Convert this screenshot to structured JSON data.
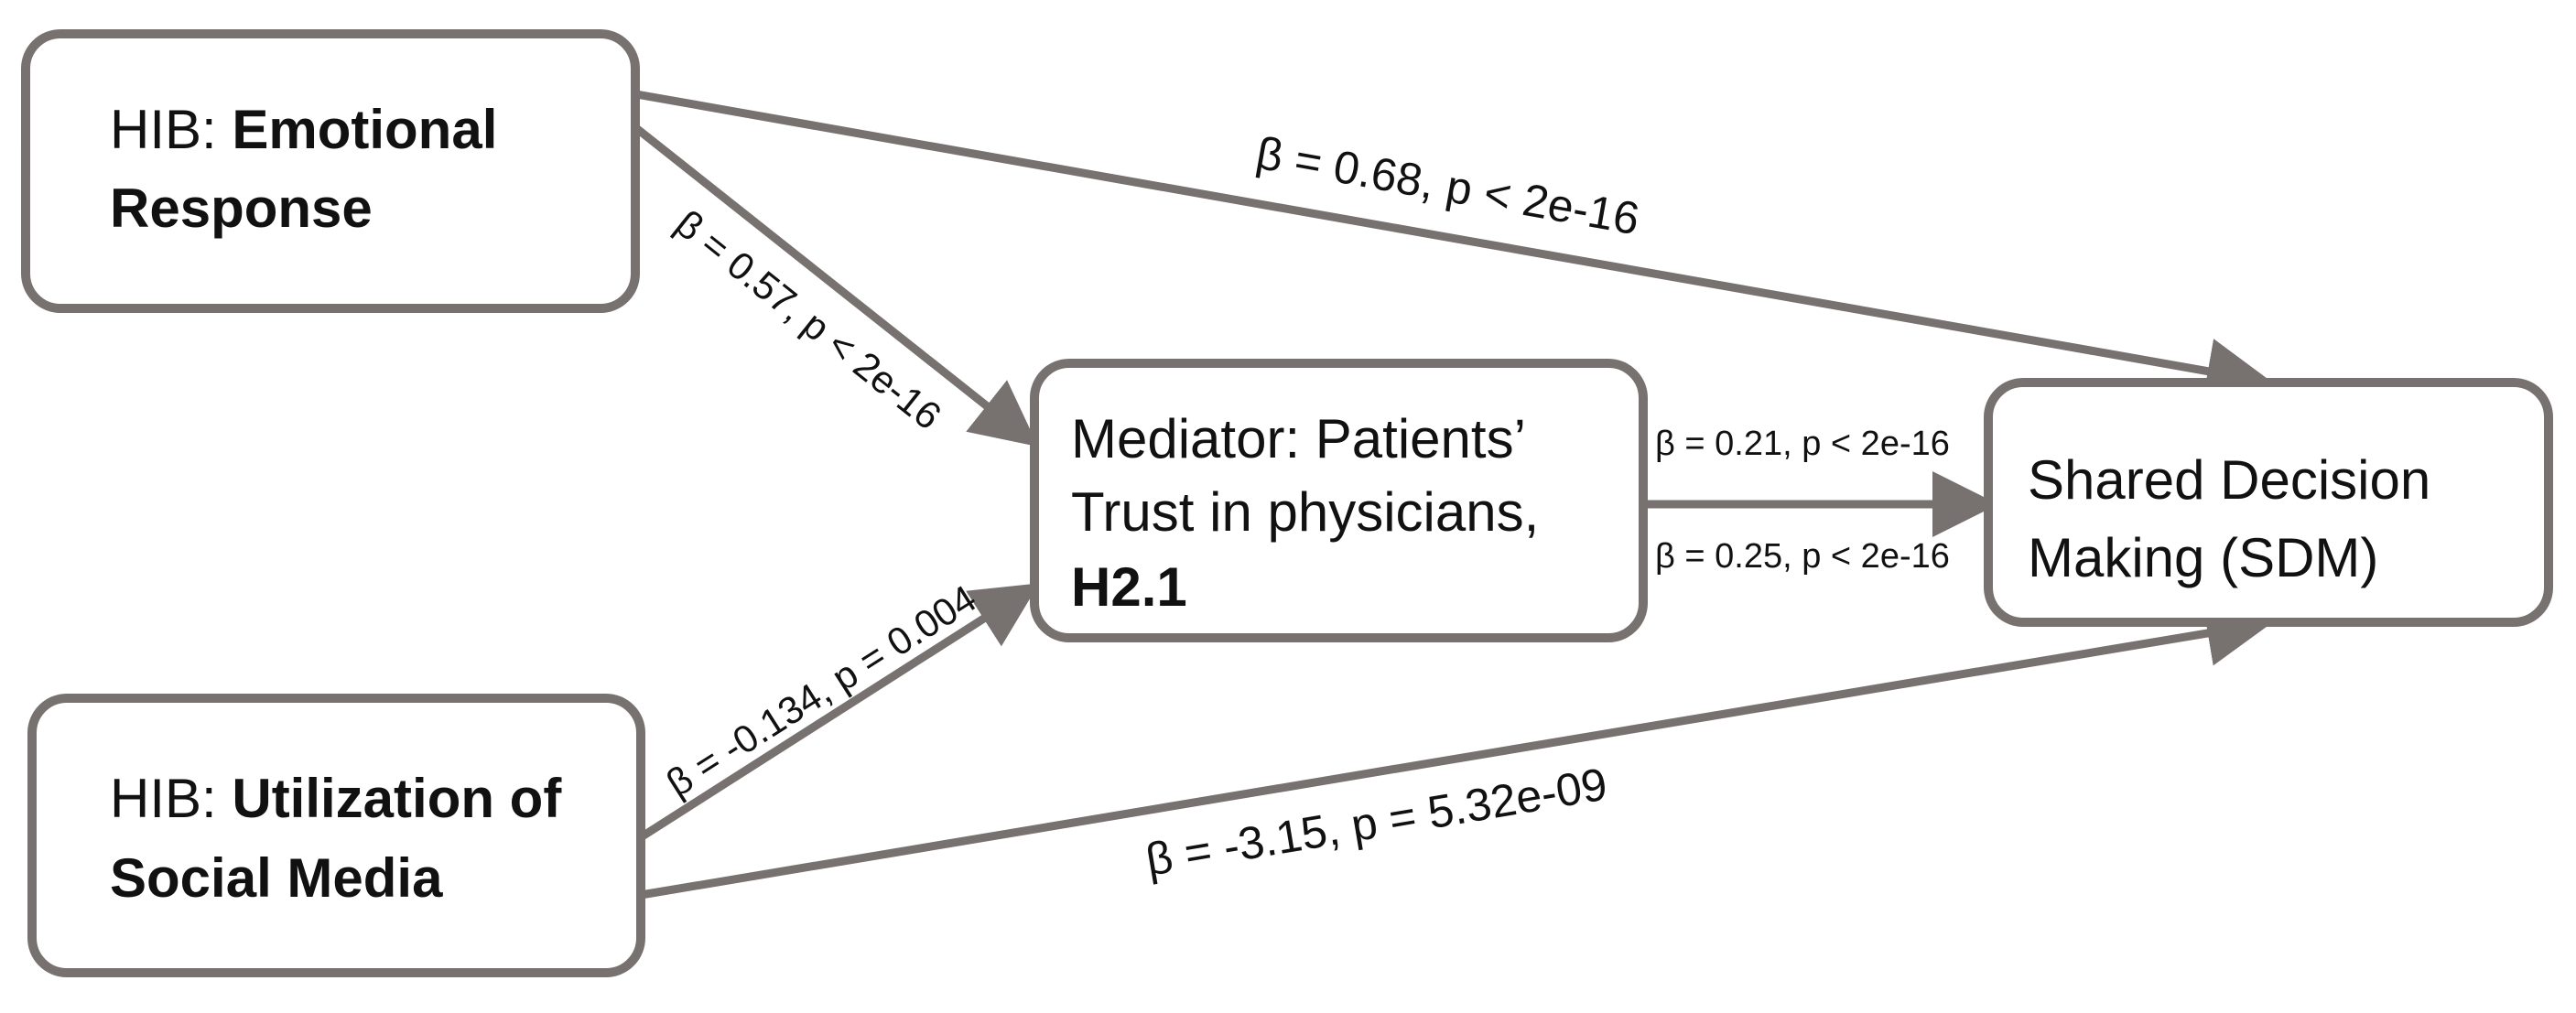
{
  "nodes": {
    "emotional": {
      "prefix": "HIB: ",
      "bold_line1": "Emotional",
      "bold_line2": "Response"
    },
    "social": {
      "prefix": "HIB: ",
      "bold_line1": "Utilization of",
      "bold_line2": "Social Media"
    },
    "mediator": {
      "line1": "Mediator: Patients’",
      "line2": "Trust in physicians,",
      "line3_bold": "H2.1"
    },
    "sdm": {
      "line1": "Shared Decision",
      "line2": "Making (SDM)"
    }
  },
  "edges": {
    "emotional_to_sdm": "β = 0.68, p < 2e-16",
    "emotional_to_mediator": "β = 0.57, p < 2e-16",
    "social_to_mediator": "β = -0.134, p = 0.004",
    "social_to_sdm": "β = -3.15, p = 5.32e-09",
    "mediator_to_sdm_upper": "β = 0.21, p < 2e-16",
    "mediator_to_sdm_lower": "β = 0.25, p < 2e-16"
  },
  "colors": {
    "stroke": "#777170",
    "text": "#111111",
    "background": "#ffffff"
  }
}
